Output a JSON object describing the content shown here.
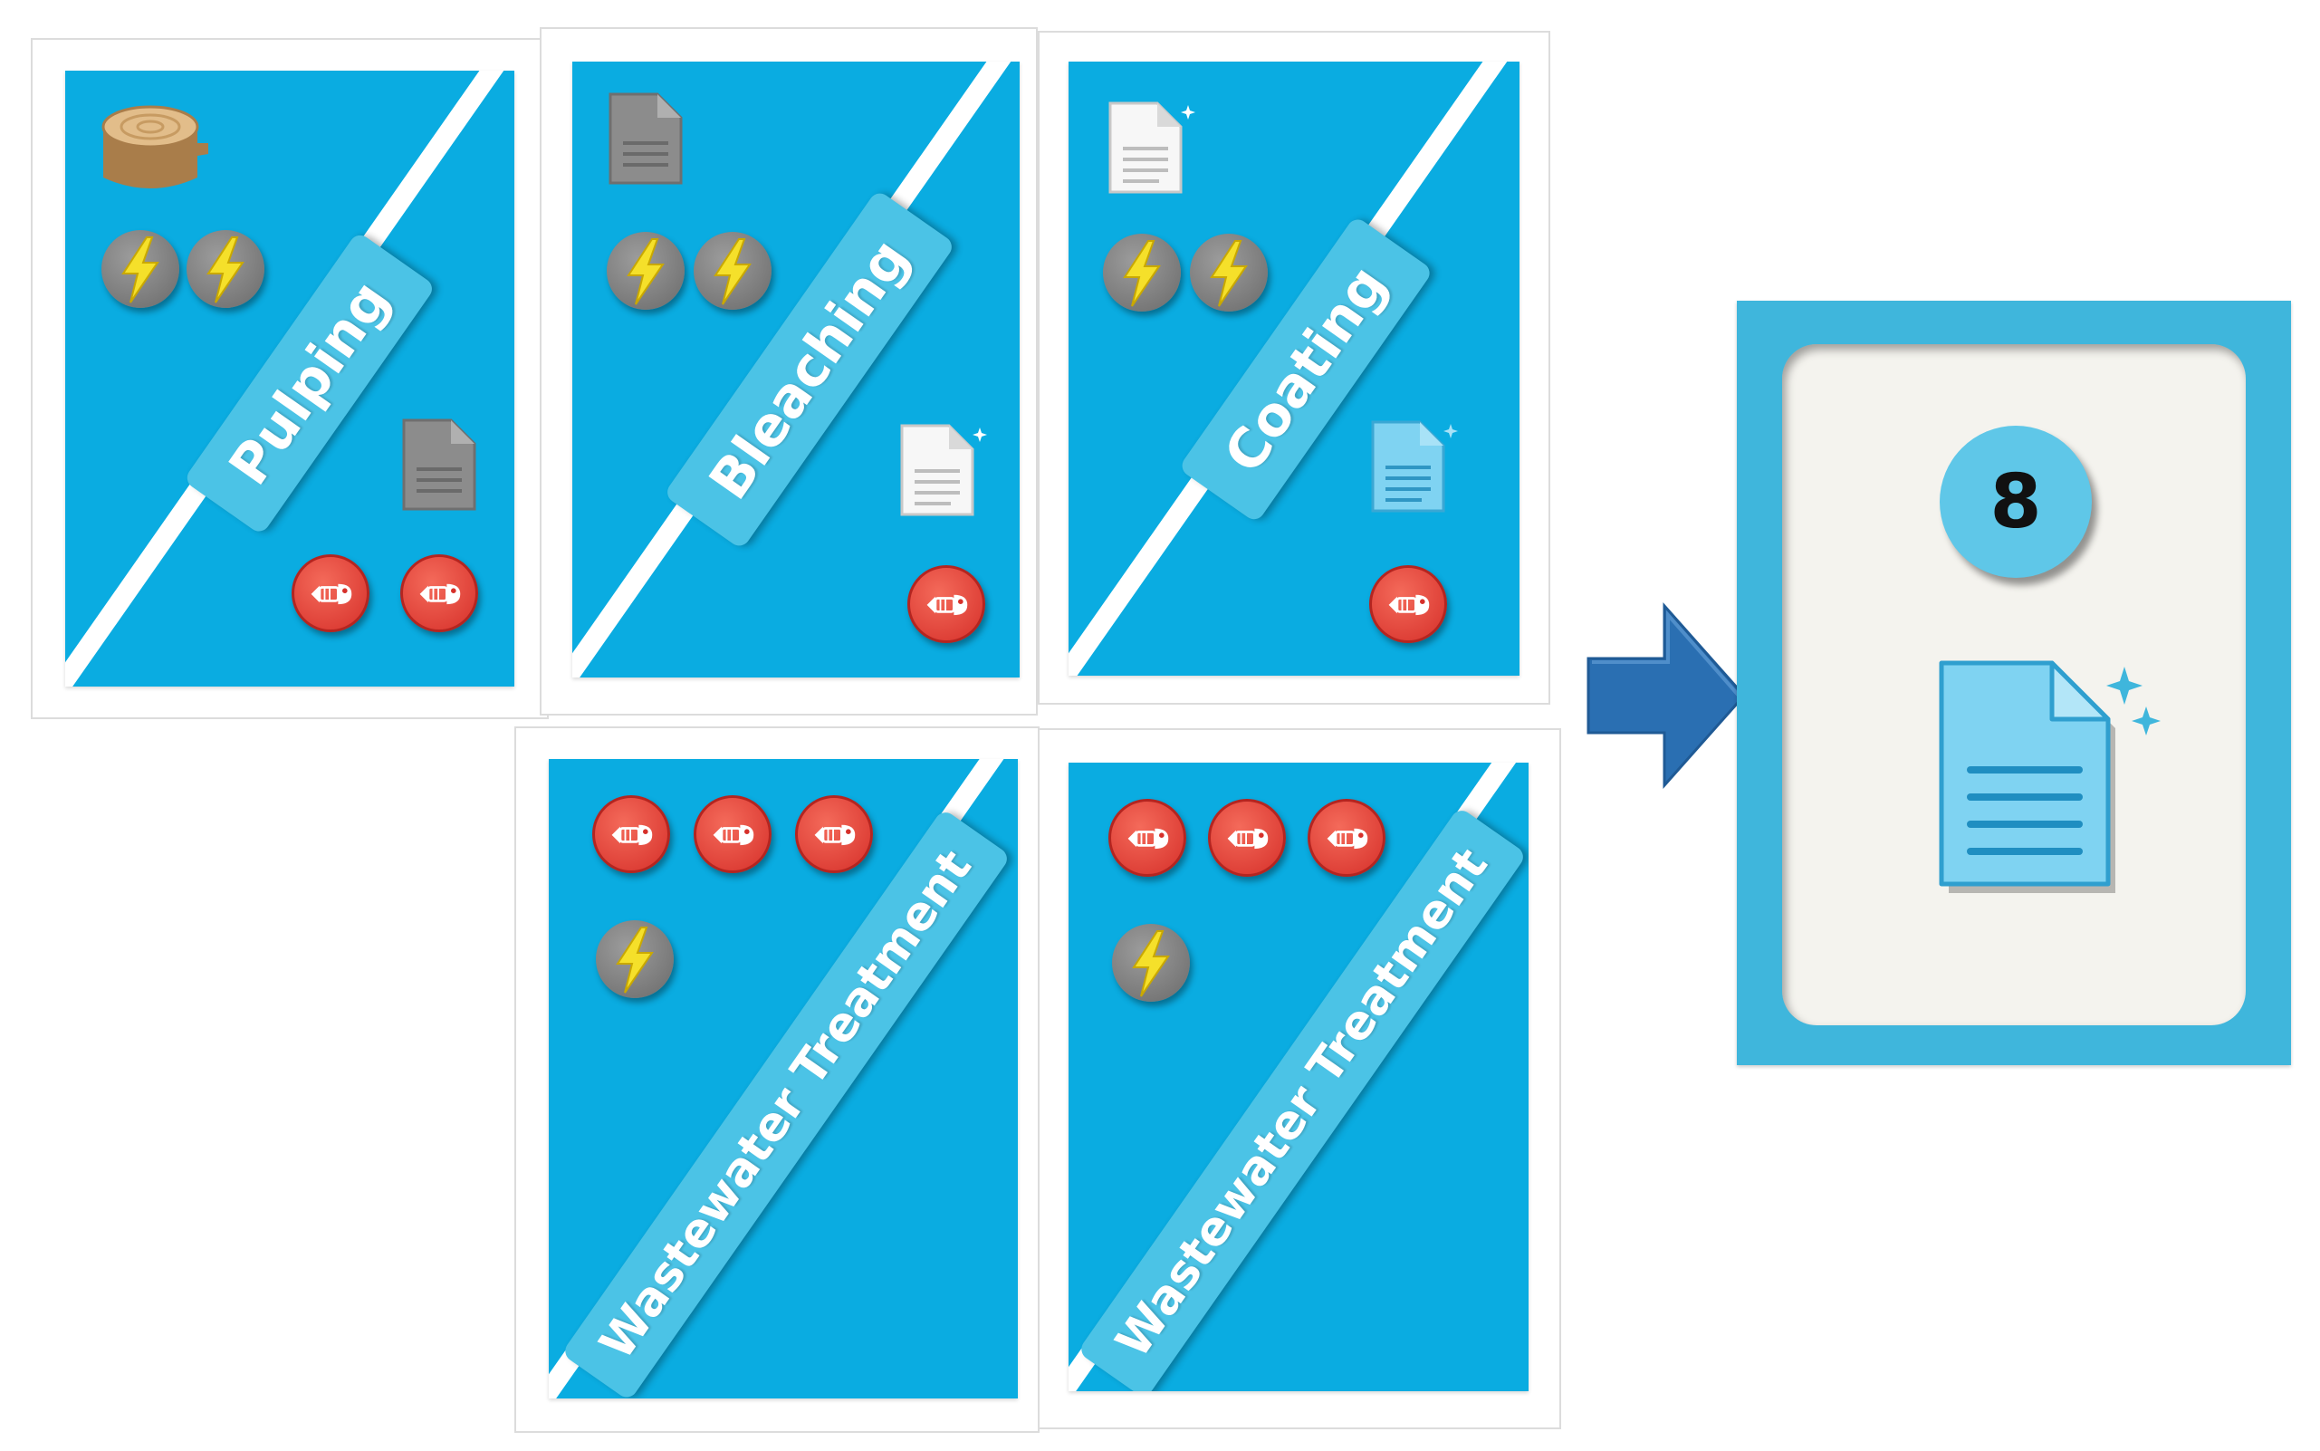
{
  "cards": [
    {
      "id": "pulping",
      "label": "Pulping"
    },
    {
      "id": "bleaching",
      "label": "Bleaching"
    },
    {
      "id": "coating",
      "label": "Coating"
    },
    {
      "id": "wastewater-1",
      "label": "Wastewater Treatment"
    },
    {
      "id": "wastewater-2",
      "label": "Wastewater Treatment"
    }
  ],
  "result": {
    "points": "8"
  },
  "icons": {
    "wood": "log-icon",
    "energy": "lightning-bolt-icon",
    "pollution": "dead-fish-icon",
    "paper_grey": "grey-paper-icon",
    "paper_white": "white-paper-icon",
    "paper_blue": "blue-paper-icon",
    "arrow": "right-arrow-icon"
  },
  "colors": {
    "card_blue": "#0aace1",
    "label_blue": "#4bc3e6",
    "result_border": "#3fb6dc",
    "result_face": "#f4f3ee",
    "arrow_blue": "#2a6fb2",
    "pollution_red": "#e3433a",
    "energy_grey": "#7a7a7a",
    "bolt_yellow": "#f5e02a"
  }
}
